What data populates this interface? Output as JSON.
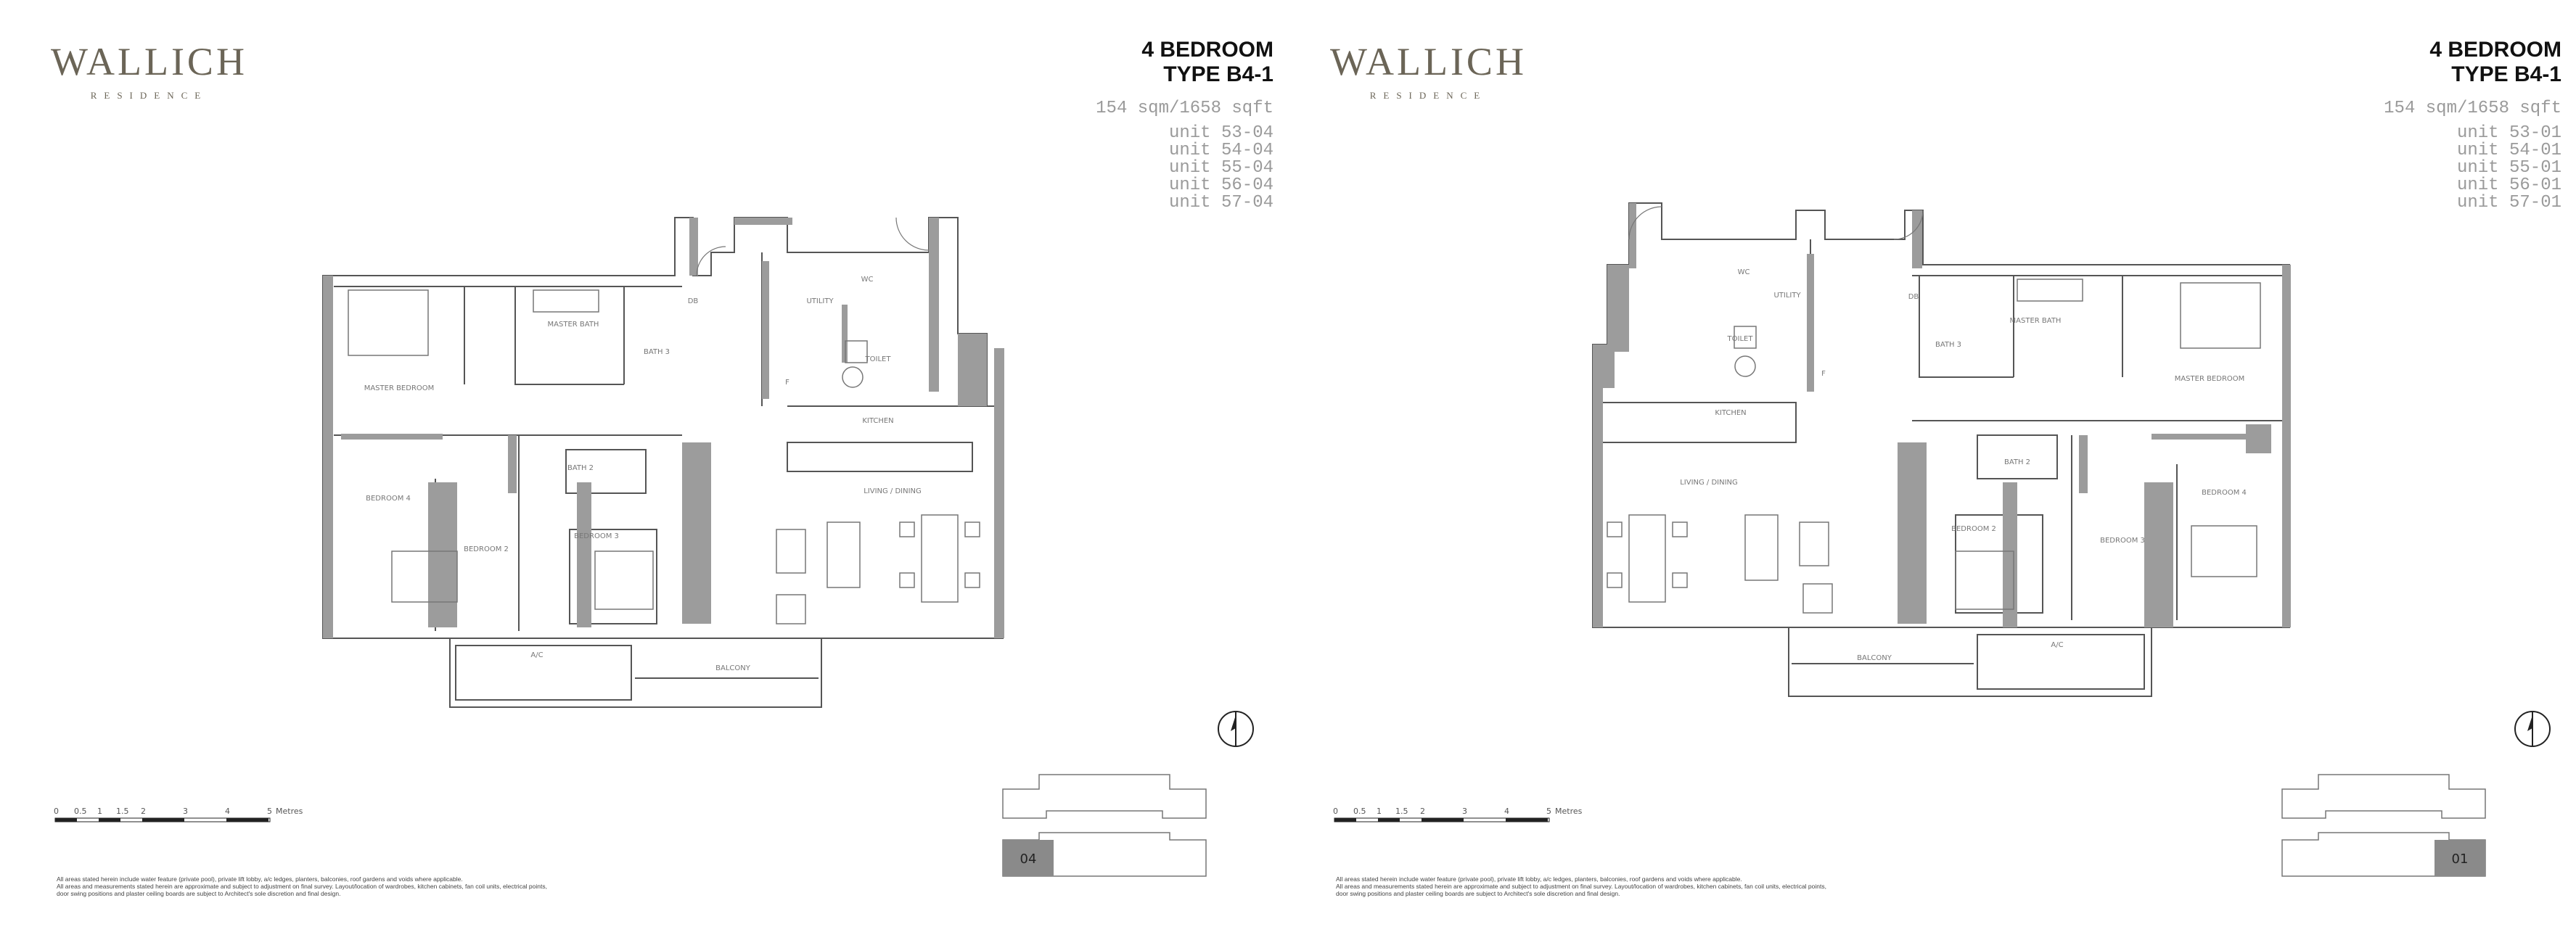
{
  "sheets": [
    {
      "logo": {
        "word": "WALLICH",
        "sub": "RESIDENCE"
      },
      "title": {
        "line1": "4 BEDROOM",
        "line2": "TYPE B4-1"
      },
      "area": "154 sqm/1658 sqft",
      "units": [
        "unit 53-04",
        "unit 54-04",
        "unit 55-04",
        "unit 56-04",
        "unit 57-04"
      ],
      "rooms": {
        "master_bedroom": "MASTER BEDROOM",
        "master_bath": "MASTER BATH",
        "bath3": "BATH 3",
        "db": "DB",
        "utility": "UTILITY",
        "wc": "WC",
        "toilet": "TOILET",
        "f": "F",
        "kitchen": "KITCHEN",
        "bath2": "BATH 2",
        "bedroom4": "BEDROOM 4",
        "bedroom2": "BEDROOM 2",
        "bedroom3": "BEDROOM 3",
        "living": "LIVING / DINING",
        "ac": "A/C",
        "balcony": "BALCONY"
      },
      "keyplan_label": "04",
      "scale": {
        "ticks": [
          "0",
          "0.5",
          "1",
          "1.5",
          "2",
          "3",
          "4",
          "5"
        ],
        "unit": "Metres"
      },
      "disclaimer": [
        "All areas stated herein include water feature (private pool), private lift lobby, a/c ledges, planters, balconies, roof gardens and voids where applicable.",
        "All areas and measurements stated herein are approximate and subject to adjustment on final survey. Layout/location of wardrobes, kitchen cabinets, fan coil units, electrical points,",
        "door swing positions and plaster ceiling boards are subject to Architect's sole discretion and final design."
      ]
    },
    {
      "logo": {
        "word": "WALLICH",
        "sub": "RESIDENCE"
      },
      "title": {
        "line1": "4 BEDROOM",
        "line2": "TYPE B4-1"
      },
      "area": "154 sqm/1658 sqft",
      "units": [
        "unit 53-01",
        "unit 54-01",
        "unit 55-01",
        "unit 56-01",
        "unit 57-01"
      ],
      "rooms": {
        "master_bedroom": "MASTER BEDROOM",
        "master_bath": "MASTER BATH",
        "bath3": "BATH 3",
        "db": "DB",
        "utility": "UTILITY",
        "wc": "WC",
        "toilet": "TOILET",
        "f": "F",
        "kitchen": "KITCHEN",
        "bath2": "BATH 2",
        "bedroom4": "BEDROOM 4",
        "bedroom2": "BEDROOM 2",
        "bedroom3": "BEDROOM 3",
        "living": "LIVING / DINING",
        "ac": "A/C",
        "balcony": "BALCONY"
      },
      "keyplan_label": "01",
      "scale": {
        "ticks": [
          "0",
          "0.5",
          "1",
          "1.5",
          "2",
          "3",
          "4",
          "5"
        ],
        "unit": "Metres"
      },
      "disclaimer": [
        "All areas stated herein include water feature (private pool), private lift lobby, a/c ledges, planters, balconies, roof gardens and voids where applicable.",
        "All areas and measurements stated herein are approximate and subject to adjustment on final survey. Layout/location of wardrobes, kitchen cabinets, fan coil units, electrical points,",
        "door swing positions and plaster ceiling boards are subject to Architect's sole discretion and final design."
      ]
    }
  ],
  "colors": {
    "wall": "#9c9c9c",
    "line": "#555555",
    "logo": "#6b6557",
    "muted": "#9a9a9a",
    "keyplan_fill": "#8a8a8a"
  }
}
